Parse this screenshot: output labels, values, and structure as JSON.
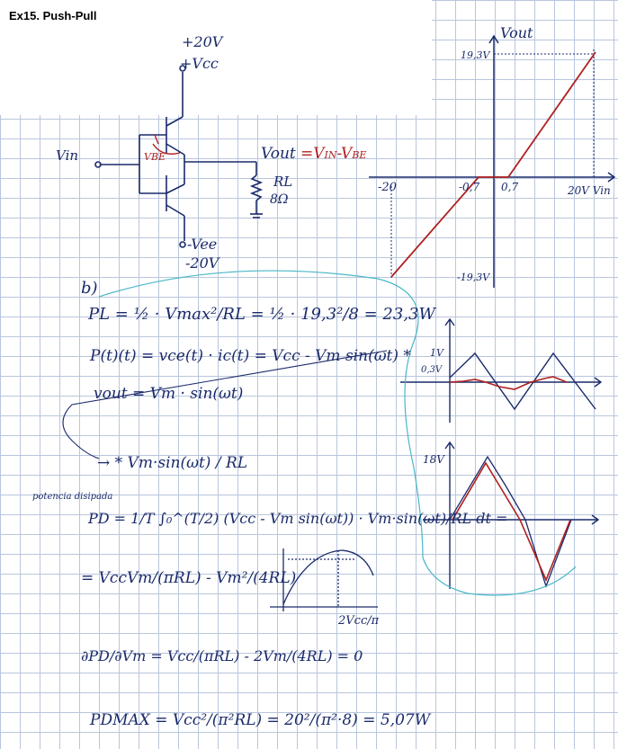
{
  "title": "Ex15. Push-Pull",
  "circuit": {
    "vcc_value": "+20V",
    "vcc_label": "+Vcc",
    "vin_label": "Vin",
    "vbe_label": "VBE",
    "vout_label": "Vout",
    "vout_eq_black": "=V",
    "vout_eq_in": "IN",
    "vout_eq_red": "-V",
    "vout_eq_be": "BE",
    "rl_label": "RL",
    "rl_value": "8Ω",
    "vee_label": "-Vee",
    "vee_value": "-20V"
  },
  "transfer_plot": {
    "ylabel": "Vout",
    "ymax_label": "19,3V",
    "ymin_label": "-19,3V",
    "xmin_label": "-20",
    "xneg_label": "-0,7",
    "xpos_label": "0,7",
    "xmax_label": "20V Vin"
  },
  "wave_plot1": {
    "label_1v": "1V",
    "label_03v": "0,3V"
  },
  "wave_plot2": {
    "label_18v": "18V"
  },
  "notes": {
    "part": "b)",
    "pl_eq": "PL = ½ · Vmax²/RL = ½ · 19,3²/8 = 23,3W",
    "pt_eq": "P(t)(t) = vce(t) · ic(t) = Vcc - Vm sin(ωt) *",
    "vout_eq": "vout = Vm · sin(ωt)",
    "ic_eq": "→ * Vm·sin(ωt) / RL",
    "potencia_label": "potencia disipada",
    "pd_eq": "PD = 1/T ∫₀^(T/2) (Vcc - Vm sin(ωt)) · Vm·sin(ωt)/RL dt =",
    "pd_result": "= VccVm/(πRL) - Vm²/(4RL)",
    "max_point": "2Vcc/π",
    "deriv_eq": "∂PD/∂Vm = Vcc/(πRL) - 2Vm/(4RL) = 0",
    "pdmax_eq": "PDMAX = Vcc²/(π²RL) = 20²/(π²·8) = 5,07W"
  }
}
